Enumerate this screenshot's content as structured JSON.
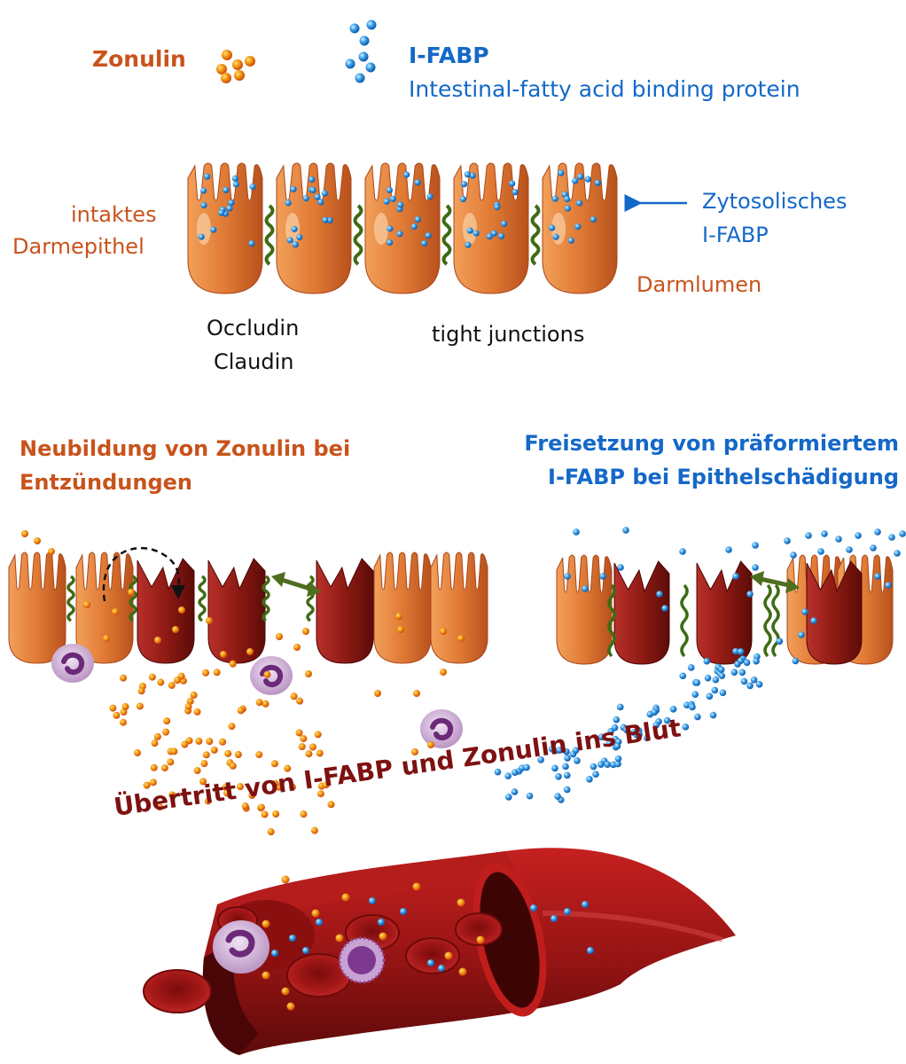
{
  "legend": {
    "zonulin_label": "Zonulin",
    "ifabp_label": "I-FABP",
    "ifabp_full": "Intestinal-fatty acid binding protein"
  },
  "top_panel": {
    "left_label_line1": "intaktes",
    "left_label_line2": "Darmepithel",
    "right_label_line1": "Zytosolisches",
    "right_label_line2": "I-FABP",
    "lumen_label": "Darmlumen",
    "occludin_label": "Occludin",
    "claudin_label": "Claudin",
    "tight_junctions_label": "tight junctions"
  },
  "middle_panel": {
    "left_title_line1": "Neubildung von Zonulin bei",
    "left_title_line2": "Entzündungen",
    "right_title_line1": "Freisetzung von präformiertem",
    "right_title_line2": "I-FABP bei Epithelschädigung"
  },
  "bottom_panel": {
    "vessel_title": "Übertritt von I-FABP und Zonulin ins Blut"
  },
  "colors": {
    "zonulin_orange": "#c9531c",
    "ifabp_blue": "#1468c8",
    "cell_orange": "#e07a35",
    "damaged_cell": "#8f1a14",
    "tight_junction_green": "#3f6b14",
    "blood_red": "#9a1515"
  }
}
